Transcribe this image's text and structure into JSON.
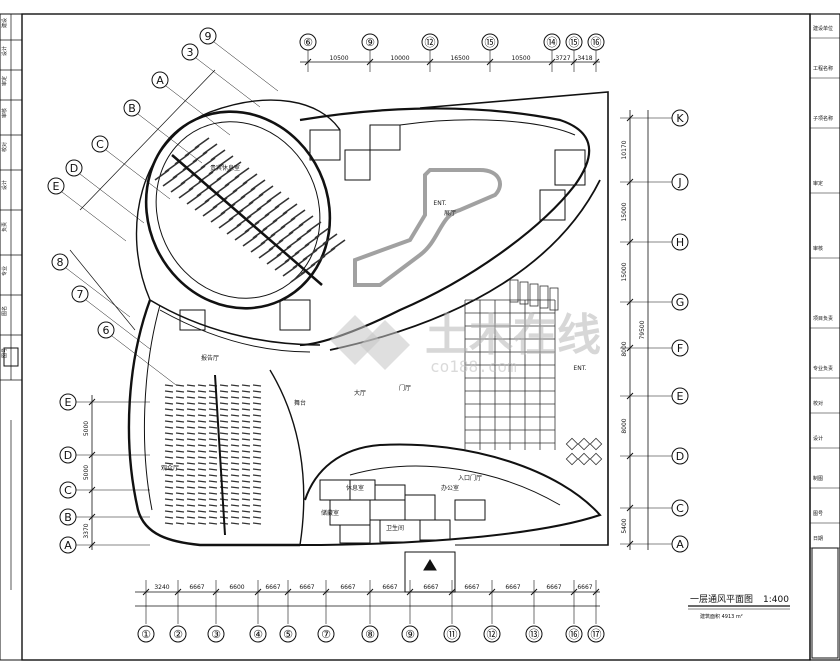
{
  "top_grid": [
    "⑥",
    "⑨",
    "⑫",
    "⑮",
    "⑭",
    "⑮",
    "⑯"
  ],
  "top_dims": [
    "10500",
    "10000",
    "16500",
    "10500",
    "3727",
    "3418"
  ],
  "bottom_grid": [
    "①",
    "②",
    "③",
    "④",
    "⑤",
    "⑦",
    "⑧",
    "⑨",
    "⑪",
    "⑫",
    "⑬",
    "⑯",
    "⑰"
  ],
  "bottom_dims": [
    "3240",
    "6667",
    "6600",
    "6667",
    "6667",
    "6667",
    "6667",
    "6667",
    "6667",
    "6667",
    "6667",
    "6667"
  ],
  "right_grid": [
    "K",
    "J",
    "H",
    "G",
    "F",
    "E",
    "D",
    "C",
    "A"
  ],
  "right_dims": [
    "10170",
    "15000",
    "15000",
    "8000",
    "8000",
    "5400"
  ],
  "right_total": "79500",
  "left_grid": [
    "E",
    "D",
    "C",
    "B",
    "A"
  ],
  "left_dims": [
    "5000",
    "5000",
    "3370"
  ],
  "left_diag_grid": [
    "E",
    "D",
    "C",
    "B",
    "A",
    "3",
    "9",
    "8",
    "7",
    "6"
  ],
  "rooms": [
    "贵宾休息室",
    "报告厅",
    "展厅",
    "观众厅",
    "大厅",
    "入口门厅",
    "门厅",
    "舞台",
    "休息室",
    "办公室",
    "储藏室",
    "卫生间",
    "ENT.",
    "ENT."
  ],
  "drawing_title": "一层通风平面图",
  "drawing_scale": "1:400",
  "drawing_subtitle": "建筑面积 4913 m²",
  "watermark": "土木在线",
  "watermark_url": "co188.com",
  "titleblock": {
    "rows": [
      "建设单位",
      "工程名称",
      "子项名称",
      "审定",
      "审核",
      "项目负责",
      "专业负责",
      "校对",
      "设计",
      "制图",
      "图号",
      "日期"
    ]
  },
  "left_strip": [
    "建设",
    "设计",
    "审定",
    "审核",
    "校对",
    "设计",
    "负责",
    "专业",
    "图名",
    "图号"
  ]
}
